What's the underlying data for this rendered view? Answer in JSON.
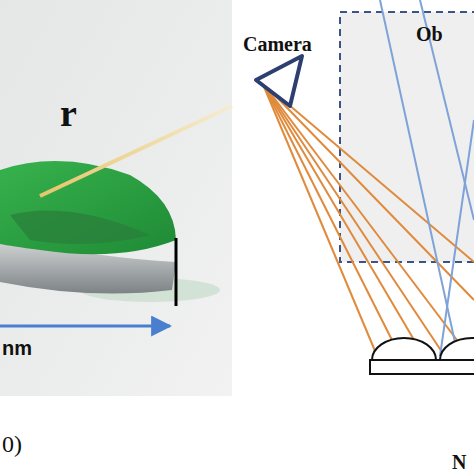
{
  "diagram": {
    "nodes": [
      {
        "text": [
          "Ob"
        ]
      }
    ],
    "labels": [
      "r",
      "nm",
      "0)",
      "Camera",
      "N"
    ]
  }
}
